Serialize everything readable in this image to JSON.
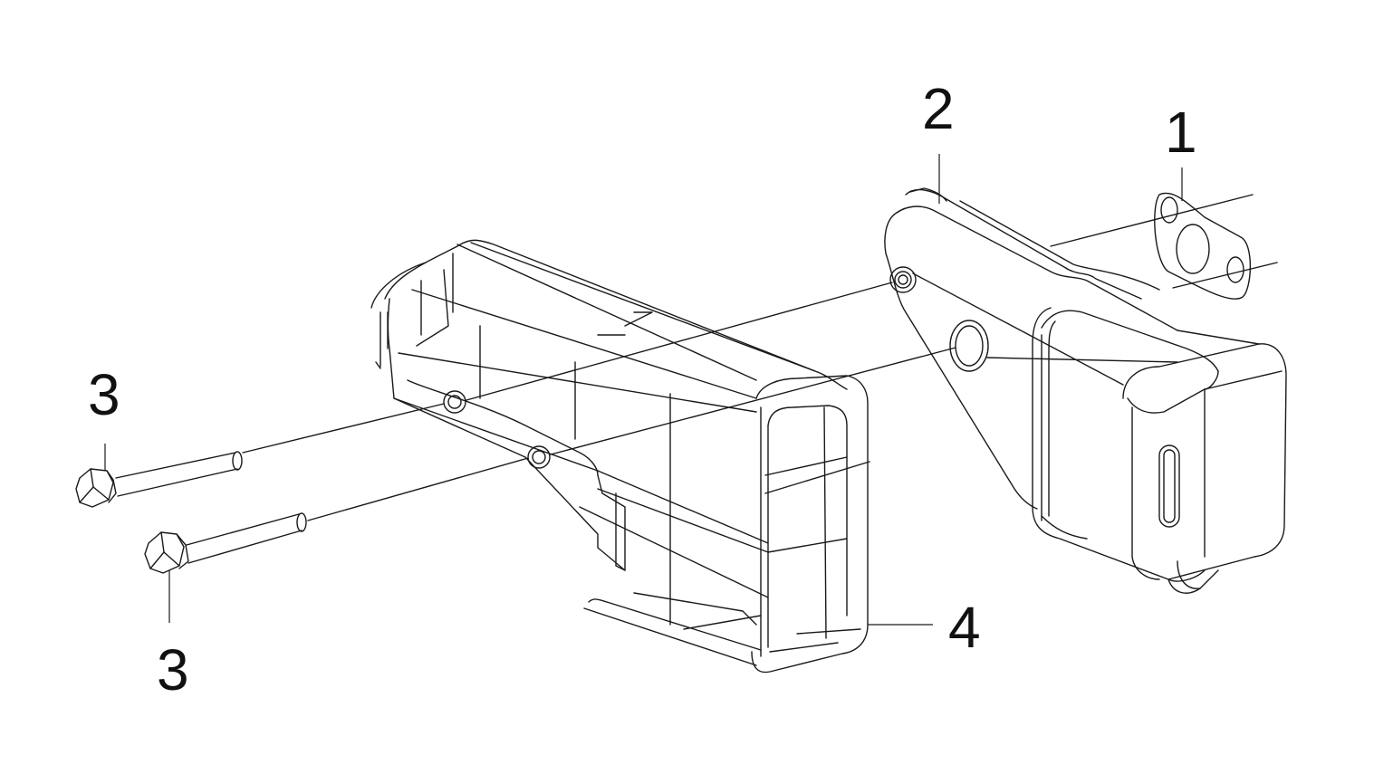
{
  "callouts": {
    "part_1": "1",
    "part_2": "2",
    "part_3_upper": "3",
    "part_3_lower": "3",
    "part_4": "4"
  },
  "colors": {
    "background": "#ffffff",
    "linework": "#1a1a1a"
  }
}
